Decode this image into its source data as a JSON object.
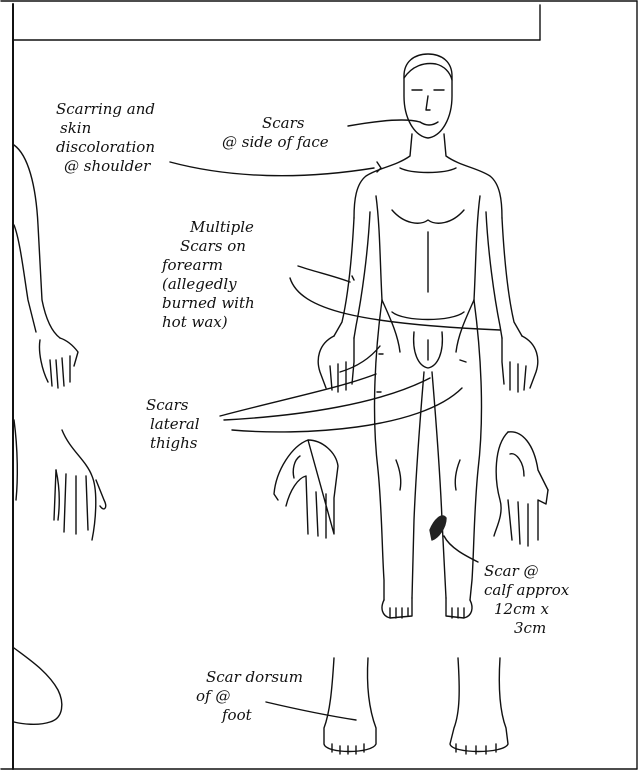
{
  "annotations": {
    "shoulder": [
      "Scarring and",
      "skin",
      "discoloration",
      "@ shoulder"
    ],
    "face": [
      "Scars",
      "@ side of face"
    ],
    "forearm": [
      "Multiple",
      "Scars on",
      "forearm",
      "(allegedly",
      "burned with",
      "hot wax)"
    ],
    "thighs": [
      "Scars",
      "lateral",
      "thighs"
    ],
    "calf": [
      "Scar @",
      "calf approx",
      "12cm x",
      "3cm"
    ],
    "foot": [
      "Scar dorsum",
      "of @",
      "foot"
    ]
  },
  "colors": {
    "ink": "#111111",
    "paper": "#ffffff",
    "frame": "#000000",
    "scar": "#222222"
  }
}
